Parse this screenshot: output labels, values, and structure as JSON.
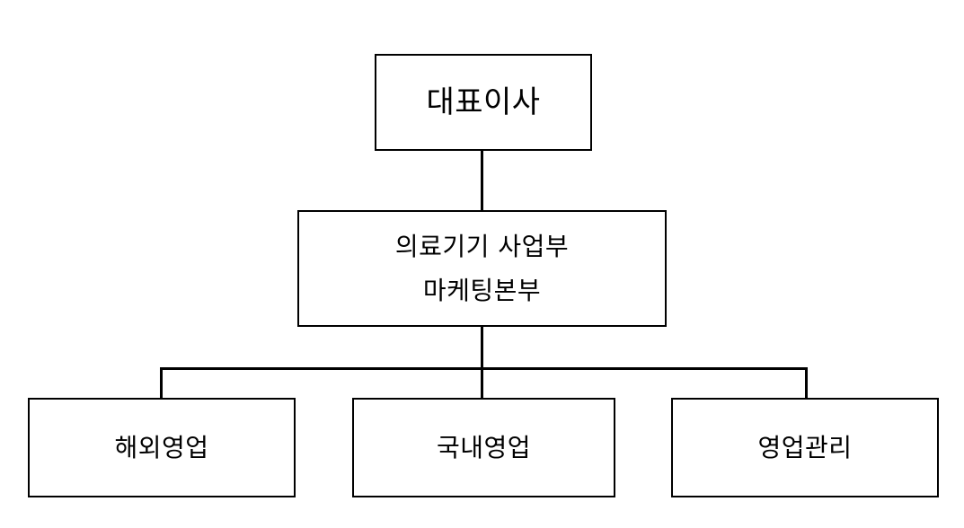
{
  "chart_data": {
    "type": "diagram",
    "diagram_type": "organization-chart",
    "title": "",
    "orientation": "top-down",
    "background_color": "#ffffff",
    "line_color": "#000000",
    "box_border_color": "#000000",
    "box_fill_color": "#ffffff",
    "text_color": "#000000",
    "levels": 3,
    "nodes": [
      {
        "id": "root",
        "level": 0,
        "lines": [
          "대표이사"
        ],
        "parent": null
      },
      {
        "id": "division",
        "level": 1,
        "lines": [
          "의료기기 사업부",
          "마케팅본부"
        ],
        "parent": "root"
      },
      {
        "id": "leaf-0",
        "level": 2,
        "lines": [
          "해외영업"
        ],
        "parent": "division"
      },
      {
        "id": "leaf-1",
        "level": 2,
        "lines": [
          "국내영업"
        ],
        "parent": "division"
      },
      {
        "id": "leaf-2",
        "level": 2,
        "lines": [
          "영업관리"
        ],
        "parent": "division"
      }
    ],
    "edges": [
      {
        "from": "root",
        "to": "division",
        "style": "straight-vertical"
      },
      {
        "from": "division",
        "to": "leaf-0",
        "style": "orthogonal-bus"
      },
      {
        "from": "division",
        "to": "leaf-1",
        "style": "orthogonal-bus"
      },
      {
        "from": "division",
        "to": "leaf-2",
        "style": "orthogonal-bus"
      }
    ]
  },
  "chart": {
    "root": {
      "label": "대표이사"
    },
    "division": {
      "line1": "의료기기 사업부",
      "line2": "마케팅본부"
    },
    "leaves": [
      {
        "label": "해외영업"
      },
      {
        "label": "국내영업"
      },
      {
        "label": "영업관리"
      }
    ]
  }
}
